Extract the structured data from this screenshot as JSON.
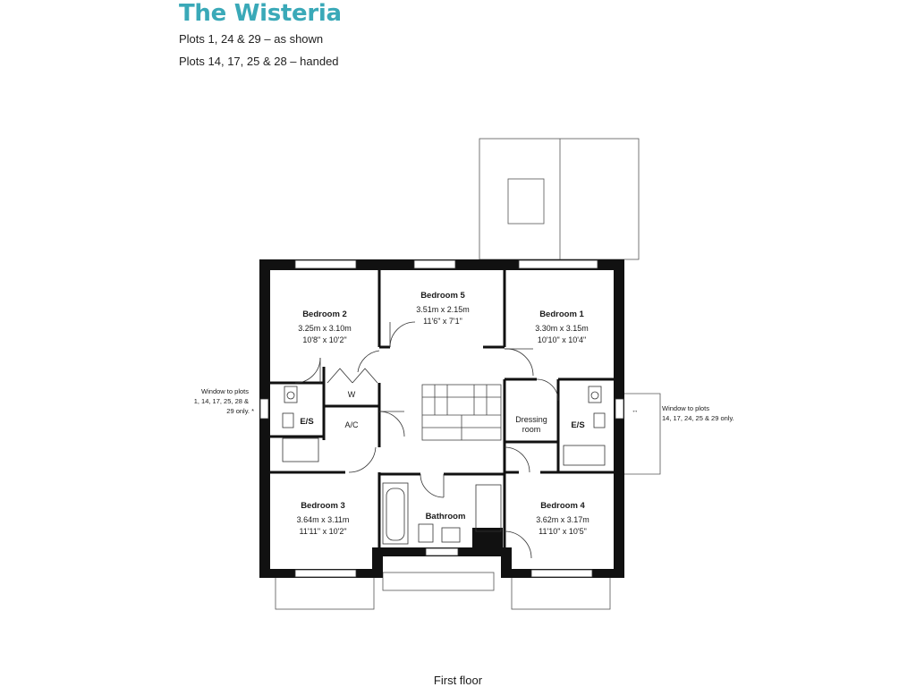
{
  "header": {
    "title": "The Wisteria",
    "plots_as_shown": "Plots 1, 24 & 29 – as shown",
    "plots_handed": "Plots 14, 17, 25 & 28 – handed"
  },
  "rooms": {
    "bedroom2": {
      "name": "Bedroom 2",
      "metric": "3.25m x 3.10m",
      "imperial": "10'8\" x 10'2\""
    },
    "bedroom5": {
      "name": "Bedroom 5",
      "metric": "3.51m x 2.15m",
      "imperial": "11'6\" x 7'1\""
    },
    "bedroom1": {
      "name": "Bedroom 1",
      "metric": "3.30m x 3.15m",
      "imperial": "10'10\" x 10'4\""
    },
    "bedroom3": {
      "name": "Bedroom 3",
      "metric": "3.64m x 3.11m",
      "imperial": "11'11\" x 10'2\""
    },
    "bedroom4": {
      "name": "Bedroom 4",
      "metric": "3.62m x 3.17m",
      "imperial": "11'10\" x 10'5\""
    },
    "bathroom": {
      "name": "Bathroom"
    },
    "wardrobe": {
      "name": "W"
    },
    "airing_cupboard": {
      "name": "A/C"
    },
    "ensuite_left": {
      "name": "E/S"
    },
    "ensuite_right": {
      "name": "E/S"
    },
    "dressing_line1": "Dressing",
    "dressing_line2": "room"
  },
  "notes": {
    "left_line1": "Window to plots",
    "left_line2": "1, 14, 17, 25, 28 &",
    "left_line3": "29 only. *",
    "right_line1": "Window to plots",
    "right_line2": "14, 17, 24, 25 & 29 only.",
    "right_marker": "↔"
  },
  "footer": {
    "floor_label": "First floor"
  }
}
